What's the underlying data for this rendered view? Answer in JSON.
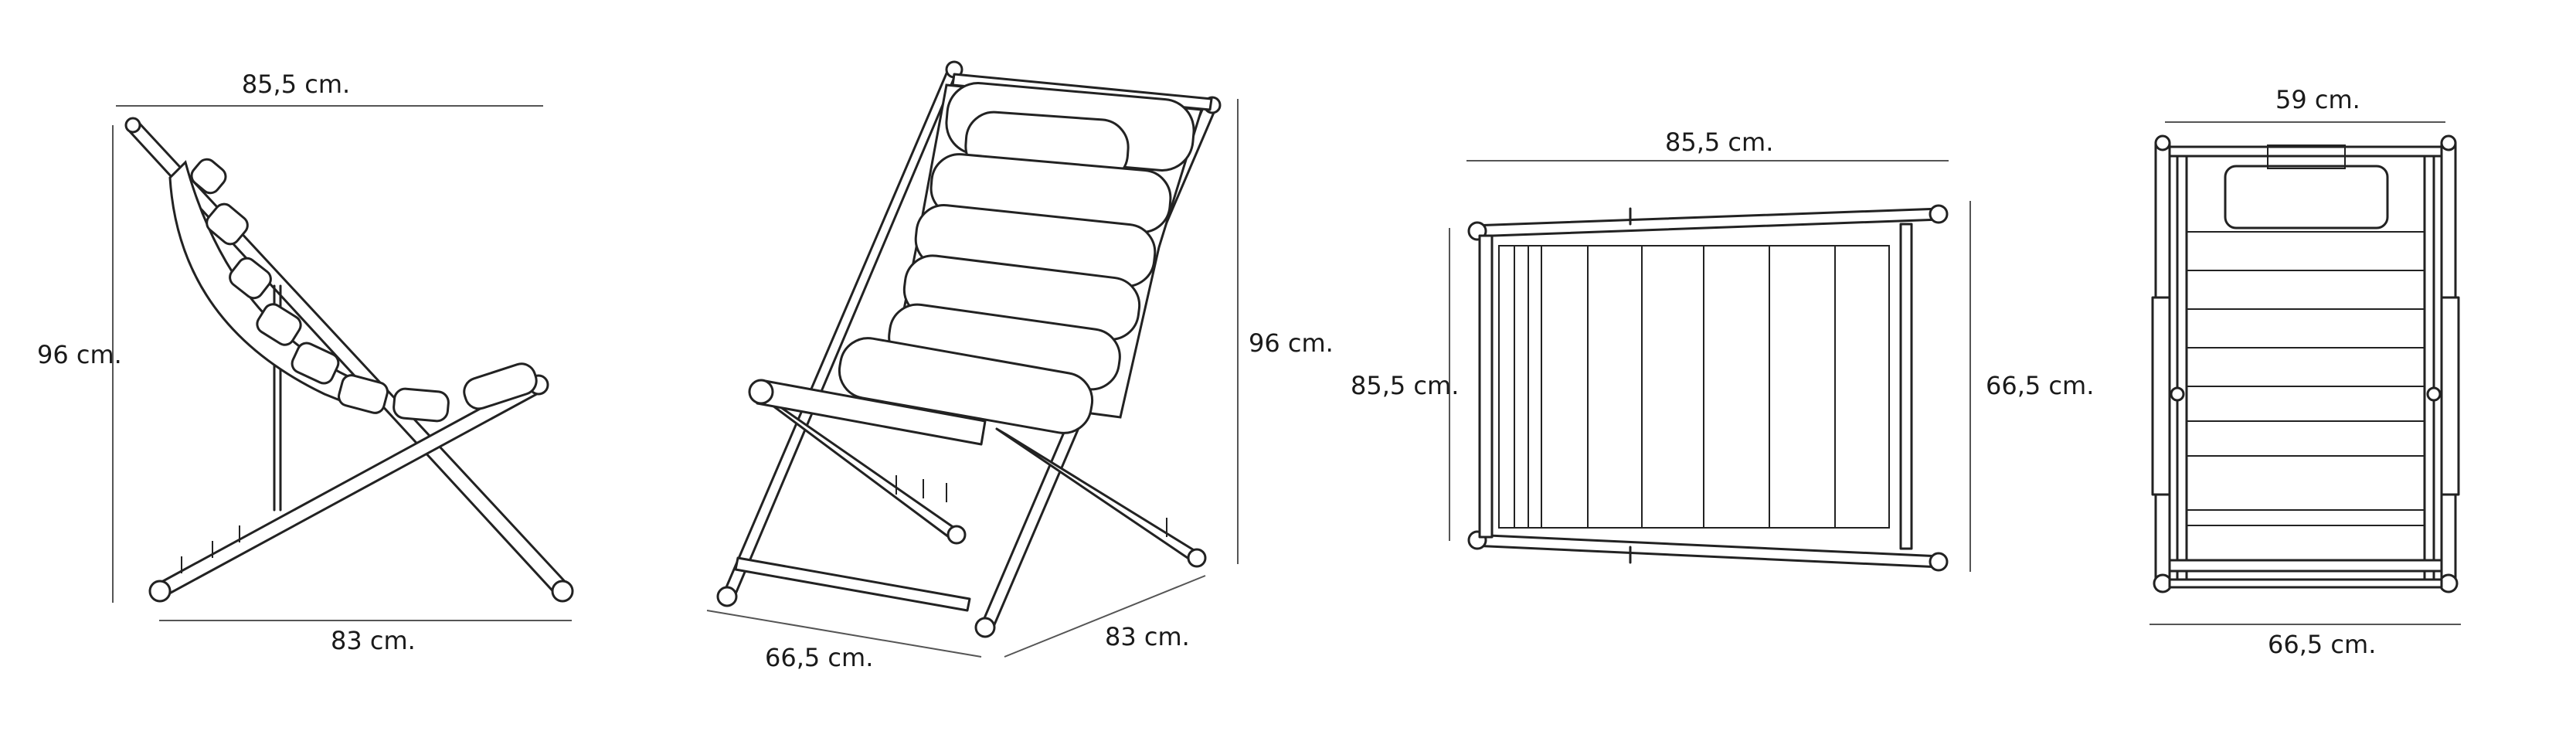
{
  "views": {
    "side": {
      "width_label": "85,5 cm.",
      "height_label": "96 cm.",
      "depth_label": "83 cm."
    },
    "perspective": {
      "height_label": "96 cm.",
      "width_label": "66,5 cm.",
      "depth_label": "83 cm."
    },
    "top": {
      "length_label": "85,5 cm.",
      "left_label": "85,5 cm.",
      "right_label": "66,5 cm."
    },
    "front": {
      "top_width_label": "59 cm.",
      "bottom_width_label": "66,5 cm."
    }
  }
}
